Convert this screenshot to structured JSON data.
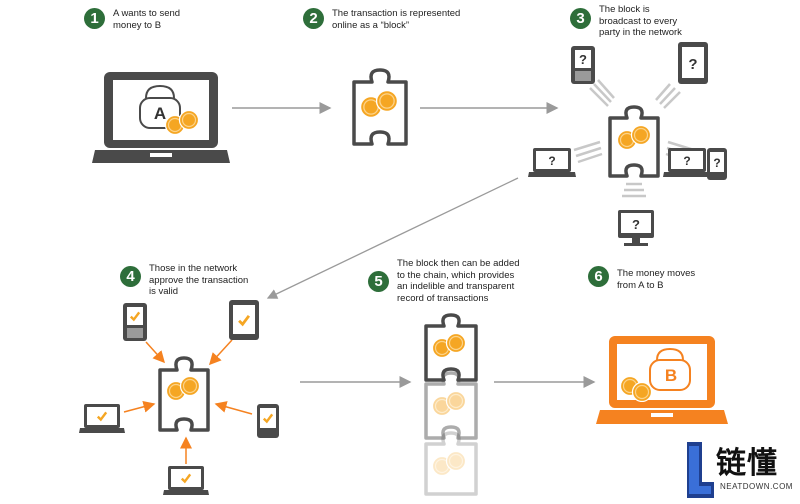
{
  "steps": [
    {
      "num": "1",
      "text": "A wants to send\nmoney to B"
    },
    {
      "num": "2",
      "text": "The transaction is represented\nonline as a “block”"
    },
    {
      "num": "3",
      "text": "The block is\nbroadcast to every\nparty in the network"
    },
    {
      "num": "4",
      "text": "Those in the network\napprove the transaction\nis valid"
    },
    {
      "num": "5",
      "text": "The block then can be added\nto the chain, which provides\nan indelible and transparent\nrecord of transactions"
    },
    {
      "num": "6",
      "text": "The money moves\nfrom A to B"
    }
  ],
  "wallet_a_letter": "A",
  "wallet_b_letter": "B",
  "unknown_mark": "?",
  "colors": {
    "step_badge": "#2e6e3a",
    "device": "#4a4a4a",
    "coin": "#f5a623",
    "orange": "#f58220",
    "arrow": "#9a9a9a",
    "check": "#f5a623"
  },
  "brand": {
    "cn": "链懂",
    "en": "NEATDOWN.COM"
  }
}
